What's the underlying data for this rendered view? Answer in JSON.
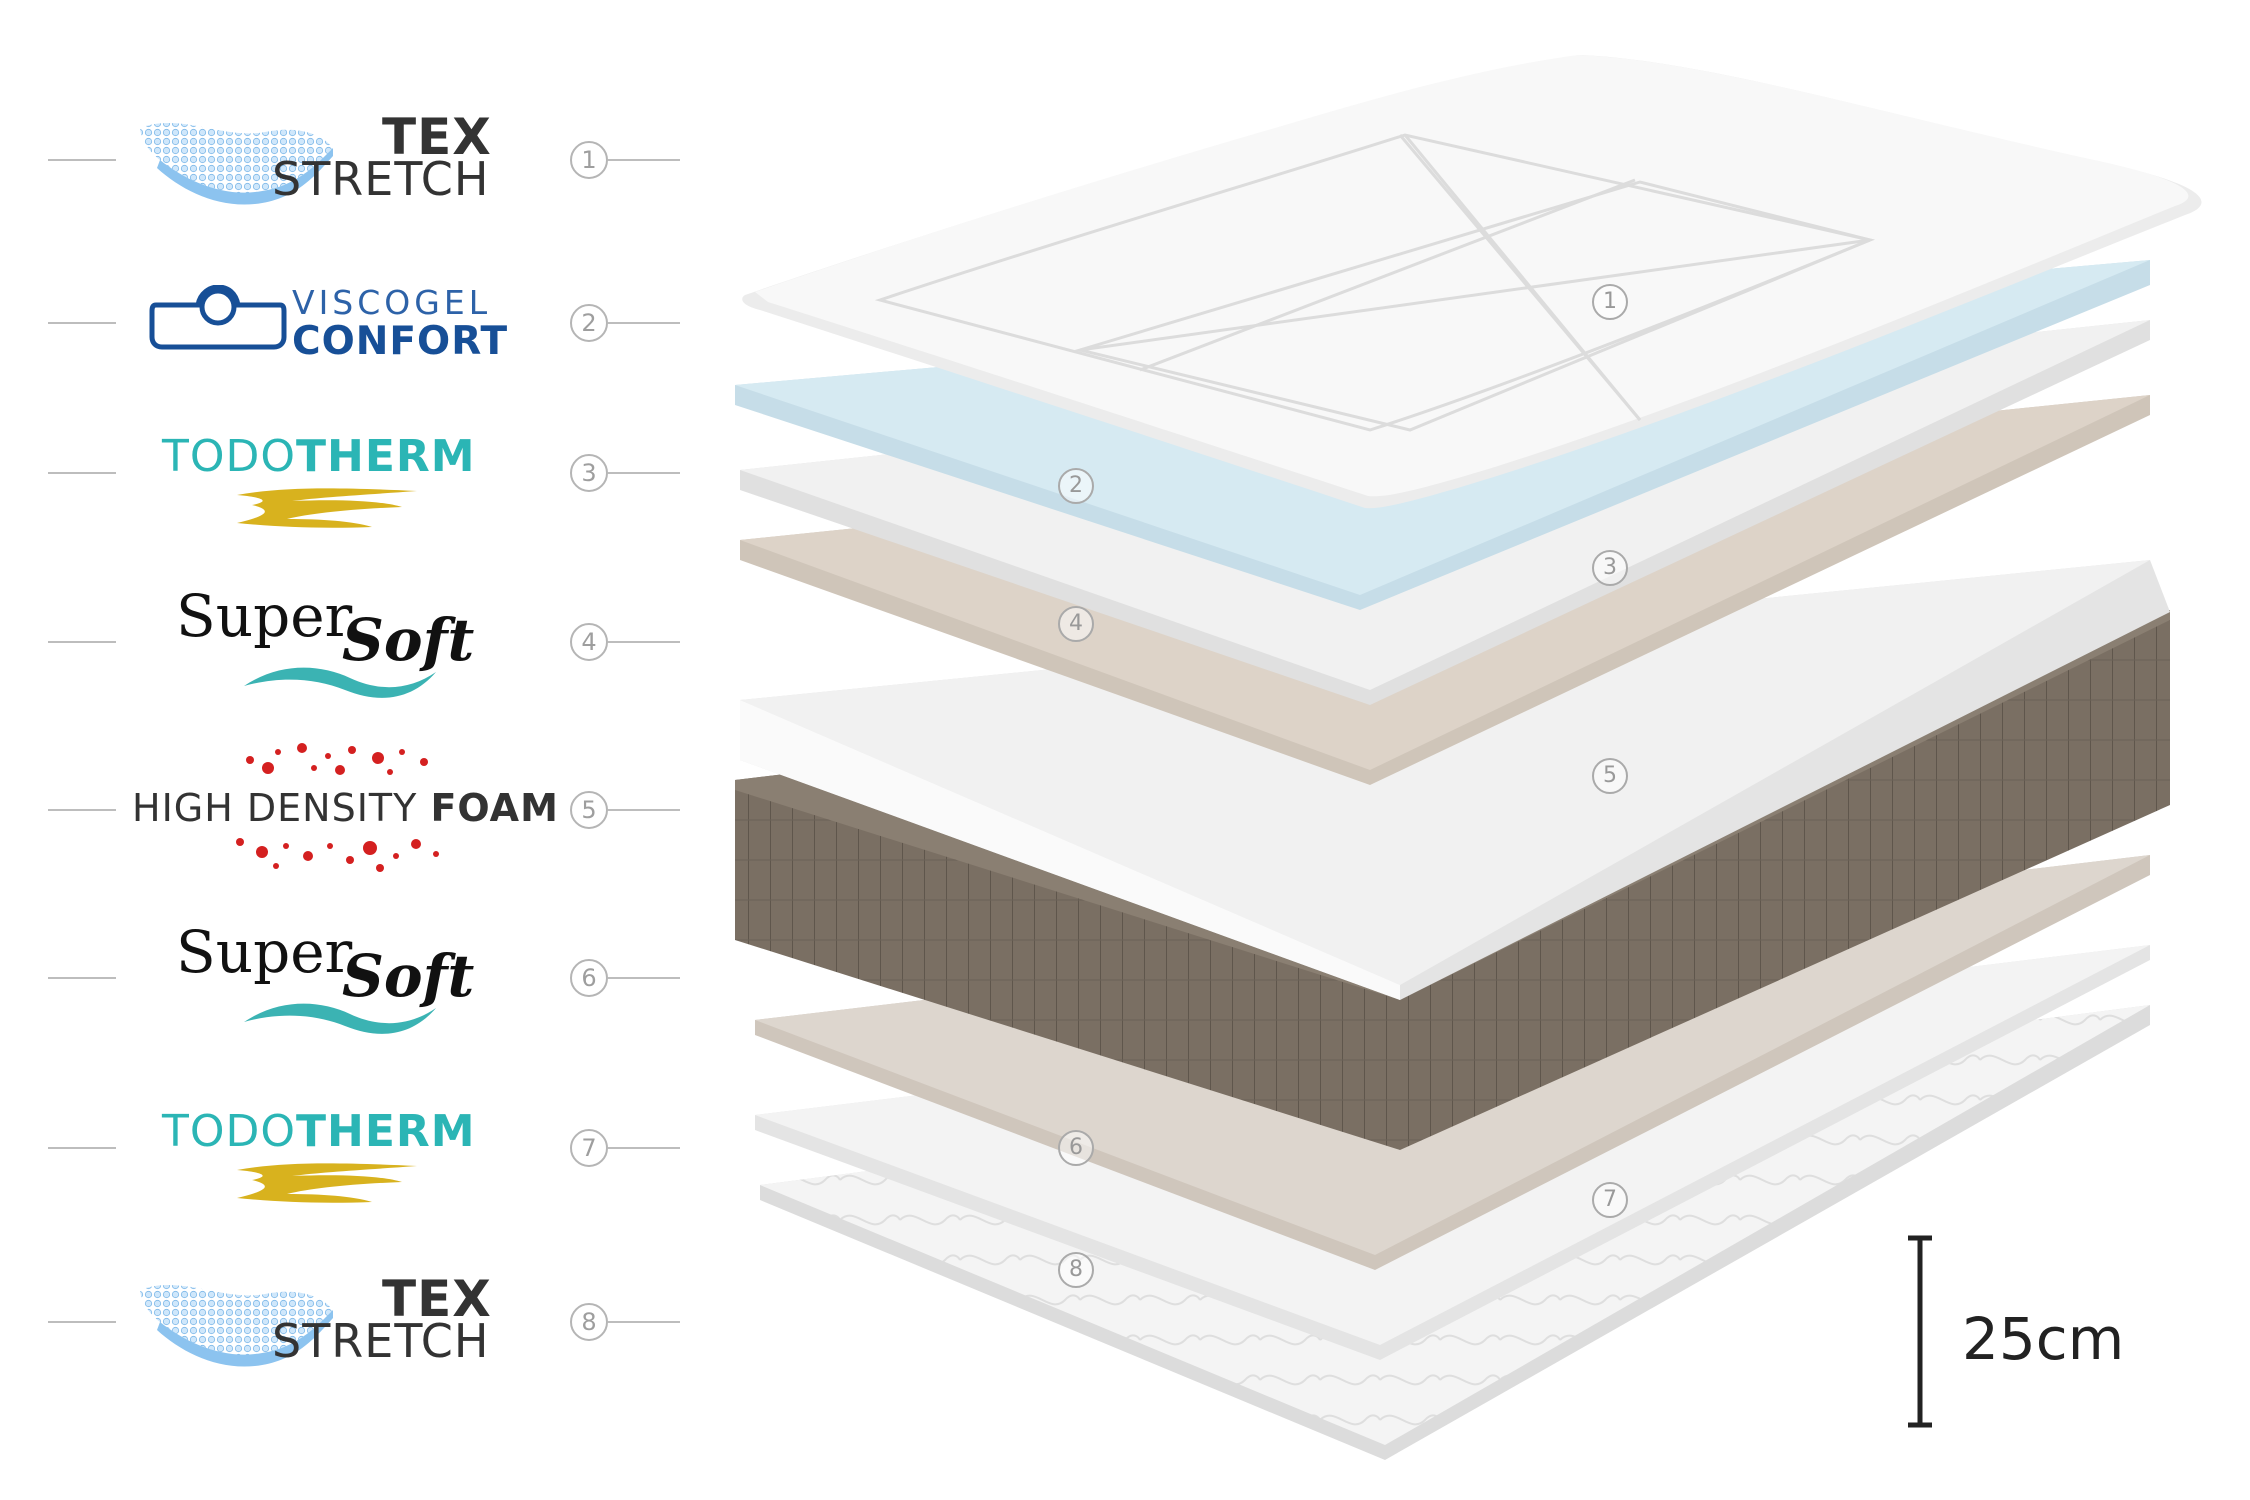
{
  "legend": [
    {
      "number": "1",
      "brand": "tex_stretch",
      "line1": "TEX",
      "line2": "STRETCH"
    },
    {
      "number": "2",
      "brand": "viscogel_confort",
      "line1": "VISCOGEL",
      "line2": "CONFORT"
    },
    {
      "number": "3",
      "brand": "todotherm",
      "line1": "TODO",
      "line2": "THERM"
    },
    {
      "number": "4",
      "brand": "supersoft",
      "line1": "Super",
      "line2": "Soft"
    },
    {
      "number": "5",
      "brand": "high_density_foam",
      "line1": "HIGH DENSITY",
      "line2": "FOAM"
    },
    {
      "number": "6",
      "brand": "supersoft",
      "line1": "Super",
      "line2": "Soft"
    },
    {
      "number": "7",
      "brand": "todotherm",
      "line1": "TODO",
      "line2": "THERM"
    },
    {
      "number": "8",
      "brand": "tex_stretch",
      "line1": "TEX",
      "line2": "STRETCH"
    }
  ],
  "layers": [
    {
      "number": "1",
      "name": "top quilted cover"
    },
    {
      "number": "2",
      "name": "viscogel layer",
      "color": "#d6eaf2"
    },
    {
      "number": "3",
      "name": "todotherm layer"
    },
    {
      "number": "4",
      "name": "supersoft layer",
      "color": "#ddd3c8"
    },
    {
      "number": "5",
      "name": "high density foam core"
    },
    {
      "number": "6",
      "name": "supersoft layer",
      "color": "#ddd6ce"
    },
    {
      "number": "7",
      "name": "todotherm layer"
    },
    {
      "number": "8",
      "name": "bottom quilted cover"
    }
  ],
  "dimension": {
    "label": "25cm"
  },
  "colors": {
    "teal": "#2bb5b5",
    "gold": "#d8b21e",
    "blue": "#174f97",
    "red": "#d42020",
    "side_fabric": "#7a6f63"
  }
}
